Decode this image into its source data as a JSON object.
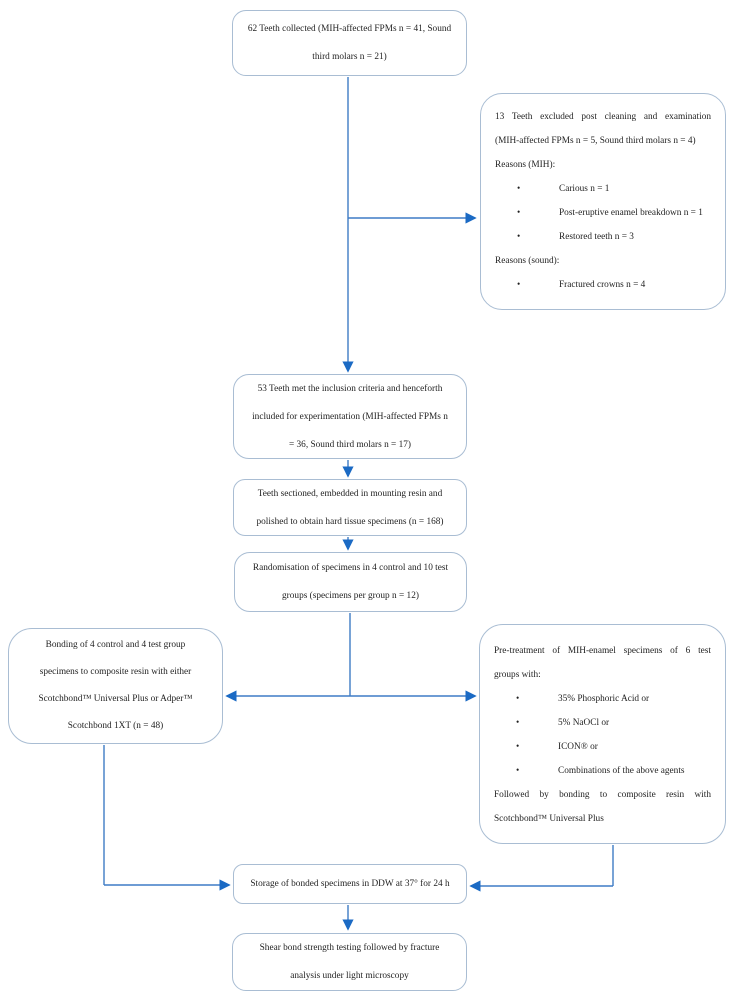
{
  "figure": {
    "description": "Study flowchart of teeth specimen collection, preparation and bonding experiment"
  },
  "colors": {
    "box_border": "#A9BDD3",
    "connector_line": "#3E7CC5",
    "arrow_head": "#1B6AC4",
    "text": "#1F1F1F",
    "background": "#FFFFFF"
  },
  "boxes": {
    "collected": {
      "lines": [
        "62 Teeth collected (MIH-affected FPMs n = 41, Sound",
        "third molars n = 21)"
      ]
    },
    "excluded": {
      "intro_lines": [
        "13 Teeth excluded post cleaning and examination",
        "(MIH-affected FPMs n = 5, Sound third molars n = 4)"
      ],
      "reasons_mih_label": "Reasons (MIH):",
      "reasons_mih": [
        "Carious n = 1",
        "Post-eruptive enamel breakdown n = 1",
        "Restored teeth n = 3"
      ],
      "reasons_sound_label": "Reasons (sound):",
      "reasons_sound": [
        "Fractured crowns n = 4"
      ]
    },
    "inclusion": {
      "lines": [
        "53 Teeth met the inclusion criteria and henceforth",
        "included for experimentation (MIH-affected FPMs n",
        "= 36, Sound third molars n = 17)"
      ]
    },
    "sectioned": {
      "lines": [
        "Teeth sectioned, embedded in mounting resin and",
        "polished to obtain hard tissue specimens (n = 168)"
      ]
    },
    "randomisation": {
      "lines": [
        "Randomisation of specimens in 4 control and 10 test",
        "groups (specimens per group n = 12)"
      ]
    },
    "bonding": {
      "lines": [
        "Bonding of 4 control and 4 test group",
        "specimens to composite resin with either",
        "Scotchbond™ Universal Plus or Adper™",
        "Scotchbond 1XT (n = 48)"
      ]
    },
    "pretreatment": {
      "intro_lines": [
        "Pre-treatment of MIH-enamel specimens of 6 test",
        "groups with:"
      ],
      "agents": [
        "35% Phosphoric Acid or",
        "5% NaOCl or",
        "ICON®  or",
        "Combinations of the above agents"
      ],
      "outro_lines": [
        "Followed by bonding to composite resin with",
        "Scotchbond™ Universal Plus"
      ]
    },
    "storage": {
      "lines": [
        "Storage of bonded specimens in DDW at 37° for 24 h"
      ]
    },
    "shear": {
      "lines": [
        "Shear bond strength testing followed by fracture",
        "analysis under light microscopy"
      ]
    }
  }
}
